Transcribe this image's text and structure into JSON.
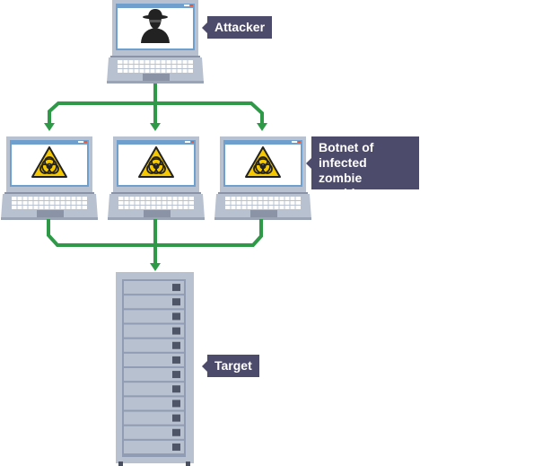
{
  "diagram": {
    "title": "Botnet DDoS attack",
    "colors": {
      "connector": "#2e9a48",
      "callout_bg": "#4d4b6b",
      "callout_text": "#ffffff",
      "device_body": "#b8c1cf",
      "screen_frame": "#6f9fcc",
      "hazard_yellow": "#f5c800"
    },
    "nodes": [
      {
        "id": "attacker",
        "type": "laptop",
        "icon": "spy-icon"
      },
      {
        "id": "zombie-1",
        "type": "laptop",
        "icon": "biohazard-icon"
      },
      {
        "id": "zombie-2",
        "type": "laptop",
        "icon": "biohazard-icon"
      },
      {
        "id": "zombie-3",
        "type": "laptop",
        "icon": "biohazard-icon"
      },
      {
        "id": "target",
        "type": "server-rack",
        "units": 12
      }
    ],
    "edges": [
      {
        "from": "attacker",
        "to": "zombie-1"
      },
      {
        "from": "attacker",
        "to": "zombie-2"
      },
      {
        "from": "attacker",
        "to": "zombie-3"
      },
      {
        "from": "zombie-1",
        "to": "target"
      },
      {
        "from": "zombie-2",
        "to": "target"
      },
      {
        "from": "zombie-3",
        "to": "target"
      }
    ],
    "labels": {
      "attacker": "Attacker",
      "botnet_line1": "Botnet of",
      "botnet_line2": "infected zombie",
      "botnet_line3": "machines",
      "target": "Target"
    }
  }
}
